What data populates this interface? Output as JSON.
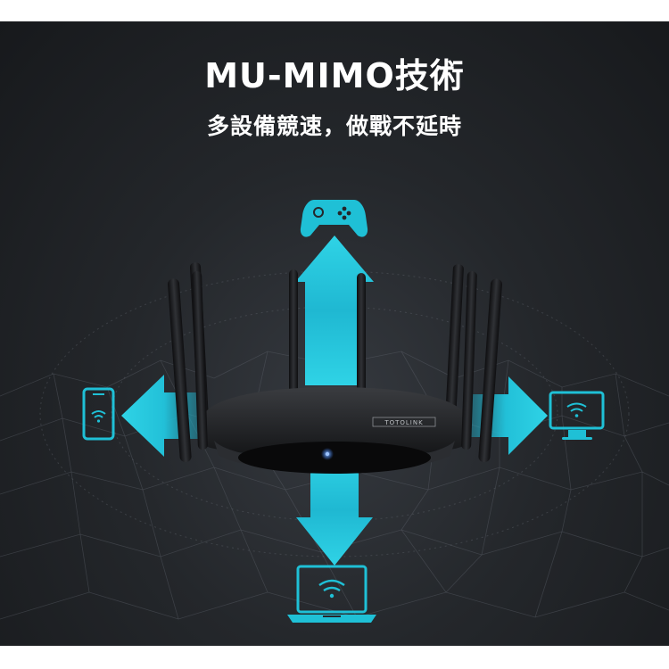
{
  "header": {
    "title": "MU-MIMO技術",
    "subtitle": "多設備競速，做戰不延時"
  },
  "router": {
    "brand": "TOTOLINK",
    "led_color": "#3b82ff"
  },
  "colors": {
    "accent": "#1fc0d6",
    "background": "#26292d",
    "router_body": "#1c1d1f"
  },
  "devices": [
    {
      "name": "gamepad",
      "icon": "gamepad-icon",
      "position": "top"
    },
    {
      "name": "smartphone",
      "icon": "smartphone-wifi-icon",
      "position": "left"
    },
    {
      "name": "monitor",
      "icon": "monitor-wifi-icon",
      "position": "right"
    },
    {
      "name": "laptop",
      "icon": "laptop-wifi-icon",
      "position": "bottom"
    }
  ]
}
